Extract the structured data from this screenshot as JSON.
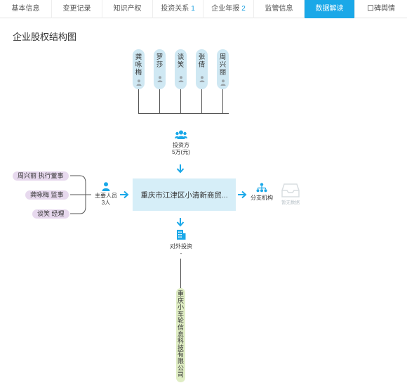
{
  "tabs": [
    {
      "label": "基本信息",
      "count": ""
    },
    {
      "label": "变更记录",
      "count": ""
    },
    {
      "label": "知识产权",
      "count": ""
    },
    {
      "label": "投资关系",
      "count": "1"
    },
    {
      "label": "企业年报",
      "count": "2"
    },
    {
      "label": "监管信息",
      "count": ""
    },
    {
      "label": "数据解读",
      "count": ""
    },
    {
      "label": "口碑舆情",
      "count": ""
    }
  ],
  "page_title": "企业股权结构图",
  "shareholders": [
    "龚咏梅",
    "罗莎",
    "谈笑",
    "张倩",
    "周兴丽"
  ],
  "investors": {
    "label": "投资方",
    "amount": "5万(元)"
  },
  "company": {
    "name": "重庆市江津区小清新商贸..."
  },
  "executives": [
    "周兴丽 执行董事",
    "龚咏梅 监事",
    "谈笑 经理"
  ],
  "key_personnel": {
    "label": "主要人员",
    "count": "3人"
  },
  "branch": {
    "label": "分支机构",
    "empty_text": "暂无数据"
  },
  "outward_investment": {
    "label": "对外投资",
    "value": "-"
  },
  "subsidiary": {
    "name": "重庆小车轮信息科技有限公司"
  },
  "colors": {
    "accent": "#1aa8e8",
    "shareholder_pill": "#cfe8f3",
    "executive_pill": "#e7d9ee",
    "subsidiary_pill": "#dfedc4",
    "company_box": "#d6eef8"
  }
}
